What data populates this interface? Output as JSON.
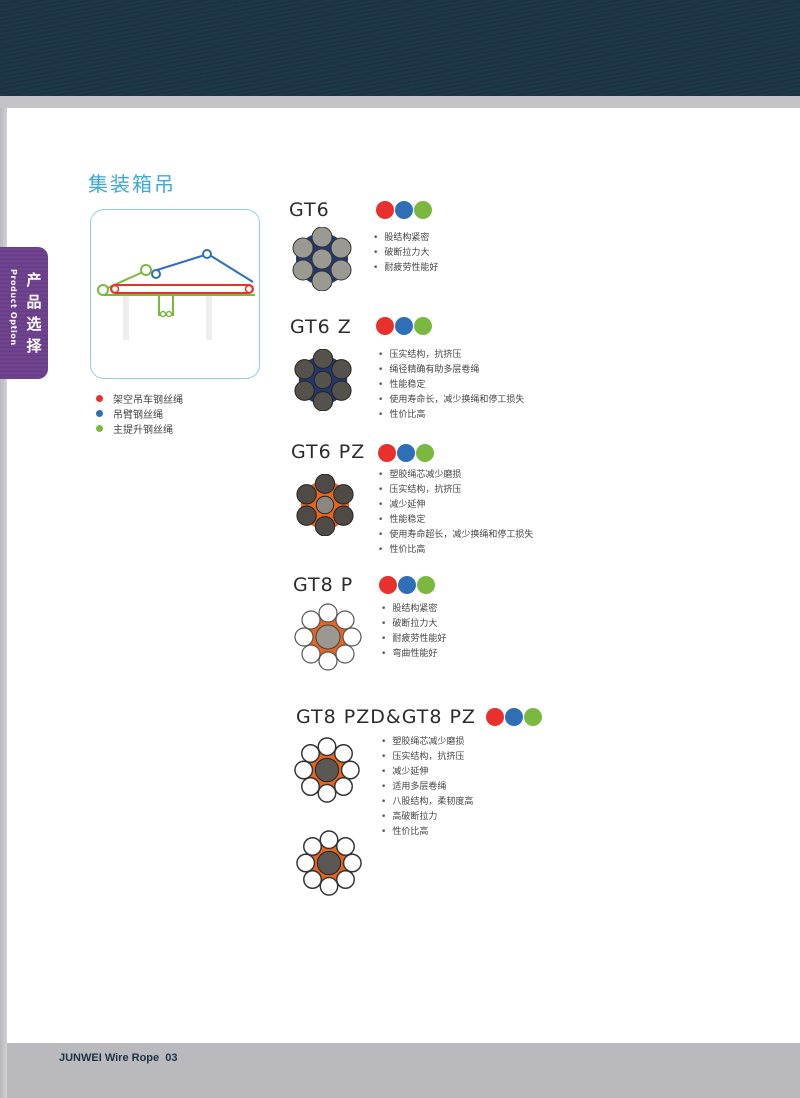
{
  "side_tab": {
    "label_cn": "产品选择",
    "label_en": "Product Option"
  },
  "section": {
    "title": "集装箱吊",
    "legend": [
      {
        "label": "架空吊车钢丝绳",
        "color": "#e8302c"
      },
      {
        "label": "吊臂钢丝绳",
        "color": "#2e6fb5"
      },
      {
        "label": "主提升钢丝绳",
        "color": "#7ab83f"
      }
    ]
  },
  "colors": {
    "red": "#e8302c",
    "blue": "#2e6fb5",
    "green": "#7ab83f",
    "core_blue": "#23386e",
    "core_orange": "#e8651e"
  },
  "products": [
    {
      "name": "GT6",
      "features": [
        "股结构紧密",
        "破断拉力大",
        "耐疲劳性能好"
      ]
    },
    {
      "name": "GT6 Z",
      "features": [
        "压实结构，抗挤压",
        "绳径精确有助多层卷绳",
        "性能稳定",
        "使用寿命长，减少换绳和停工损失",
        "性价比高"
      ]
    },
    {
      "name": "GT6 PZ",
      "features": [
        "塑胶绳芯减少磨损",
        "压实结构，抗挤压",
        "减少延伸",
        "性能稳定",
        "使用寿命超长，减少换绳和停工损失",
        "性价比高"
      ]
    },
    {
      "name": "GT8 P",
      "features": [
        "股结构紧密",
        "破断拉力大",
        "耐疲劳性能好",
        "弯曲性能好"
      ]
    },
    {
      "name": "GT8 PZD&GT8 PZ",
      "features": [
        "塑胶绳芯减少磨损",
        "压实结构，抗挤压",
        "减少延伸",
        "适用多层卷绳",
        "八股结构，柔韧度高",
        "高破断拉力",
        "性价比高"
      ]
    }
  ],
  "footer": {
    "brand": "JUNWEI Wire Rope",
    "page": "03"
  }
}
